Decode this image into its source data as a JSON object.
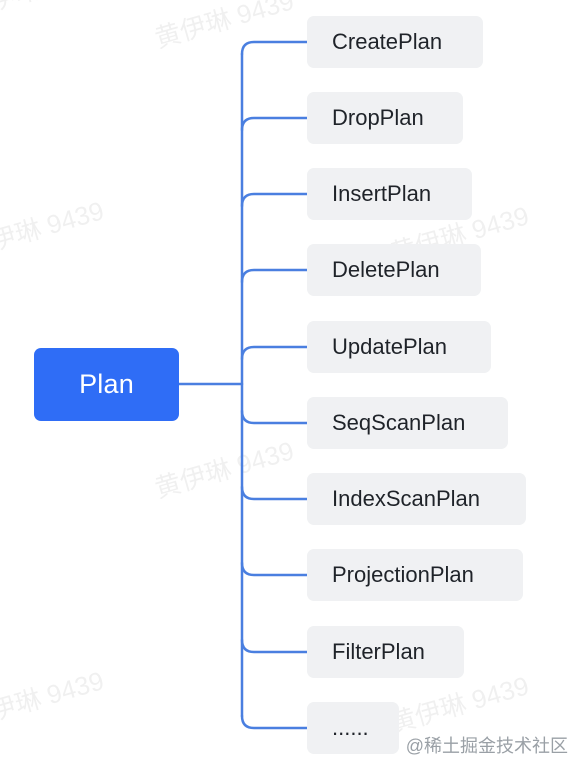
{
  "diagram": {
    "root": {
      "label": "Plan",
      "color": "#2f6df6"
    },
    "connector_color": "#4a7fe0",
    "children": [
      {
        "label": "CreatePlan"
      },
      {
        "label": "DropPlan"
      },
      {
        "label": "InsertPlan"
      },
      {
        "label": "DeletePlan"
      },
      {
        "label": "UpdatePlan"
      },
      {
        "label": "SeqScanPlan"
      },
      {
        "label": "IndexScanPlan"
      },
      {
        "label": "ProjectionPlan"
      },
      {
        "label": "FilterPlan"
      },
      {
        "label": "......"
      }
    ]
  },
  "watermarks": [
    {
      "text": "黄伊琳 9439"
    },
    {
      "text": "黄伊琳 9439"
    },
    {
      "text": "黄伊琳 9439"
    },
    {
      "text": "黄伊琳 9439"
    },
    {
      "text": "黄伊琳 9439"
    },
    {
      "text": "黄伊琳 9439"
    },
    {
      "text": "黄伊琳 9439"
    }
  ],
  "source_credit": "@稀土掘金技术社区"
}
